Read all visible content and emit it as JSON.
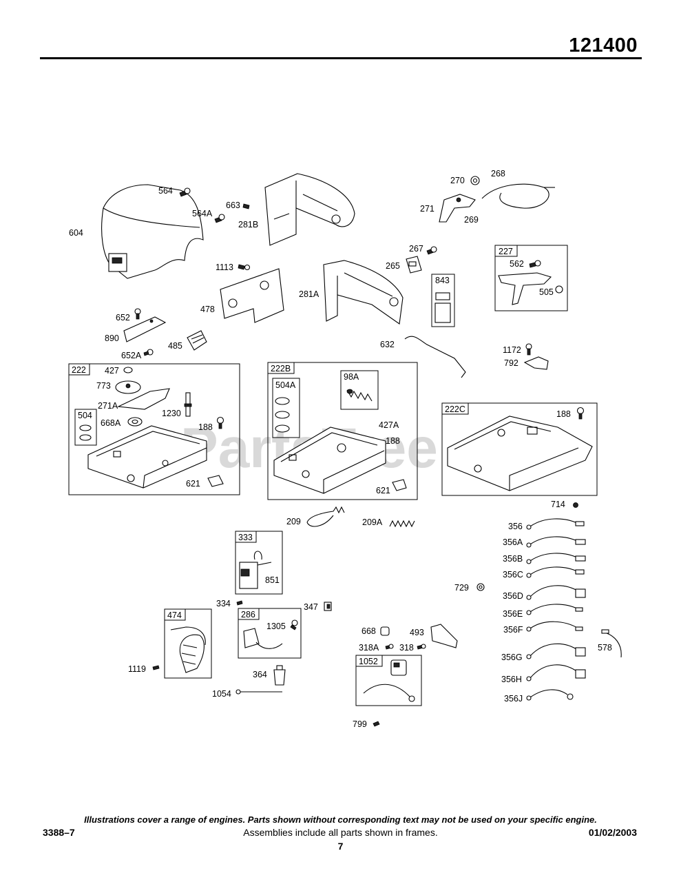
{
  "header": {
    "title": "121400"
  },
  "watermark": "PartsTree",
  "footer": {
    "disclaimer": "Illustrations cover a range of engines. Parts shown without corresponding text may not be used on your specific engine.",
    "code": "3388–7",
    "assemblies_note": "Assemblies include all parts shown in frames.",
    "date": "01/02/2003",
    "page_number": "7"
  },
  "frames": {
    "f222": "222",
    "f504": "504",
    "f222b": "222B",
    "f504a": "504A",
    "f98a": "98A",
    "f222c": "222C",
    "f227": "227",
    "f843": "843",
    "f333": "333",
    "f474": "474",
    "f286": "286",
    "f1052": "1052"
  },
  "labels": {
    "l564": "564",
    "l564a": "564A",
    "l663": "663",
    "l281b": "281B",
    "l604": "604",
    "l270": "270",
    "l268": "268",
    "l271": "271",
    "l269": "269",
    "l267": "267",
    "l265": "265",
    "l1113": "1113",
    "l562": "562",
    "l505": "505",
    "l281a": "281A",
    "l478": "478",
    "l652": "652",
    "l890": "890",
    "l485": "485",
    "l652a": "652A",
    "l632": "632",
    "l1172": "1172",
    "l792": "792",
    "l427": "427",
    "l773": "773",
    "l271a": "271A",
    "l1230": "1230",
    "l668a": "668A",
    "l188a": "188",
    "l621a": "621",
    "l427a": "427A",
    "l188b": "188",
    "l621b": "621",
    "l188c": "188",
    "l714": "714",
    "l209": "209",
    "l209a": "209A",
    "l356": "356",
    "l356a": "356A",
    "l356b": "356B",
    "l356c": "356C",
    "l851": "851",
    "l729": "729",
    "l356d": "356D",
    "l334": "334",
    "l347": "347",
    "l356e": "356E",
    "l1305": "1305",
    "l668": "668",
    "l493": "493",
    "l356f": "356F",
    "l578": "578",
    "l318a": "318A",
    "l318": "318",
    "l1119": "1119",
    "l364": "364",
    "l356g": "356G",
    "l356h": "356H",
    "l1054": "1054",
    "l356j": "356J",
    "l799": "799"
  }
}
